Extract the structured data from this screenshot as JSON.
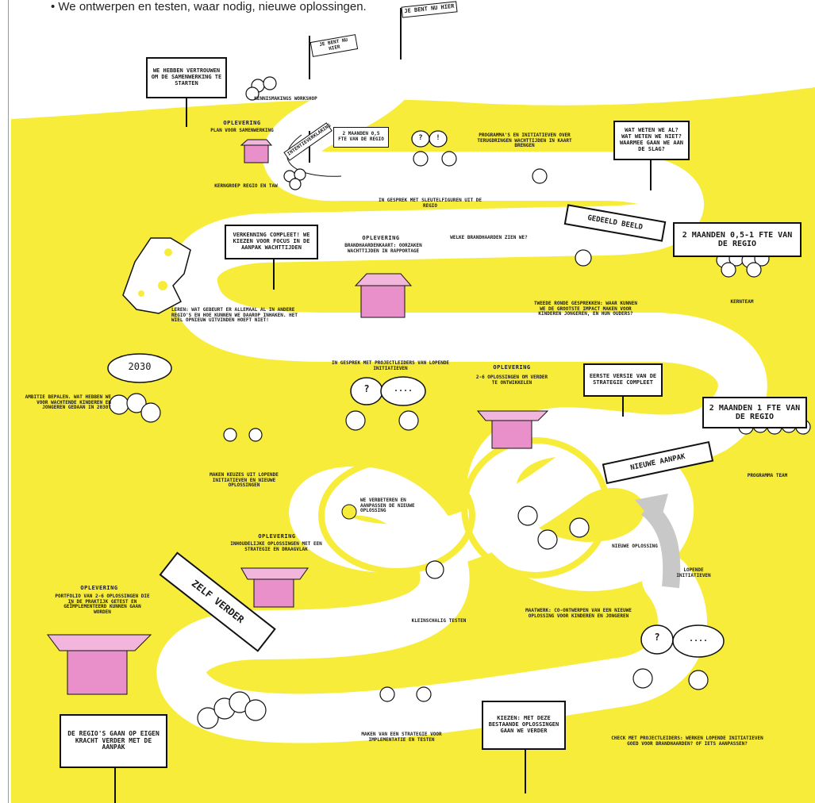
{
  "intro": "• We ontwerpen en testen, waar nodig, nieuwe oplossingen.",
  "colors": {
    "yellow": "#f8ec3b",
    "pink": "#e98fc9",
    "road": "#ffffff",
    "ink": "#111111"
  },
  "flags": {
    "top": "JE BENT NU HIER",
    "second": "JE BENT NU HIER"
  },
  "signs": {
    "vertrouwen": "WE HEBBEN VERTROUWEN OM DE SAMENWERKING TE STARTEN",
    "wat_weten": "WAT WETEN WE AL? WAT WETEN WE NIET? WAARMEE GAAN WE AAN DE SLAG?",
    "verkenning": "VERKENNING COMPLEET! WE KIEZEN VOOR FOCUS IN DE AANPAK WACHTTIJDEN",
    "eerste_versie": "EERSTE VERSIE VAN DE STRATEGIE COMPLEET",
    "regio_eigen": "DE REGIO'S GAAN OP EIGEN KRACHT VERDER MET DE AANPAK",
    "kiezen": "KIEZEN: MET DEZE BESTAANDE OPLOSSINGEN GAAN WE VERDER"
  },
  "banners": {
    "intentieverklaring": "INTENTIEVERKLARING",
    "gedeeld_beeld": "GEDEELD BEELD",
    "nieuwe_aanpak": "NIEUWE AANPAK",
    "zelf_verder": "ZELF VERDER"
  },
  "fte": {
    "small": "2 MAANDEN 0,5 FTE VAN DE REGIO",
    "kernteam": "2 MAANDEN 0,5-1 FTE VAN DE REGIO",
    "programma": "2 MAANDEN 1 FTE VAN DE REGIO"
  },
  "oplevering_label": "OPLEVERING",
  "opleveringen": {
    "plan": "PLAN VOOR SAMENWERKING",
    "brandhaard": "BRANDHAARDENKAART: OORZAKEN WACHTTIJDEN IN RAPPORTAGE",
    "oplossingen": "2-6 OPLOSSINGEN OM VERDER TE ONTWIKKELEN",
    "inhoud": "INHOUDELIJKE OPLOSSINGEN MET EEN STRATEGIE EN DRAAGVLAK",
    "portfolio": "PORTFOLIO VAN 2-6 OPLOSSINGEN DIE IN DE PRAKTIJK GETEST EN GEÏMPLEMENTEERD KUNNEN GAAN WORDEN"
  },
  "labels": {
    "kennismaking": "KENNISMAKINGS WORKSHOP",
    "kerngroep": "KERNGROEP REGIO EN TAW",
    "sleutelfiguren": "IN GESPREK MET SLEUTELFIGUREN UIT DE REGIO",
    "programmas": "PROGRAMMA'S EN INITIATIEVEN OVER TERUGDRINGEN WACHTTIJDEN IN KAART BRENGEN",
    "leren": "LEREN: WAT GEBEURT ER ALLEMAAL AL IN ANDERE REGIO'S EN HOE KUNNEN WE DAAROP INHAKEN. HET WIEL OPNIEUW UITVINDEN HOEFT NIET!",
    "welke_brandhaarden": "WELKE BRANDHAARDEN ZIEN WE?",
    "tweede_ronde": "TWEEDE RONDE GESPREKKEN: WAAR KUNNEN WE DE GROOTSTE IMPACT MAKEN VOOR KINDEREN JONGEREN, EN HUN OUDERS?",
    "kernteam": "KERNTEAM",
    "jaar": "2030",
    "ambitie": "AMBITIE BEPALEN. WAT HEBBEN WE VOOR WACHTENDE KINDEREN EN JONGEREN GEDAAN IN 2030?",
    "projectleiders": "IN GESPREK MET PROJECTLEIDERS VAN LOPENDE INITIATIEVEN",
    "keuzes": "MAKEN KEUZES UIT LOPENDE INITIATIEVEN EN NIEUWE OPLOSSINGEN",
    "programma_team": "PROGRAMMA TEAM",
    "verbeteren": "WE VERBETEREN EN AANPASSEN DE NIEUWE OPLOSSING",
    "nieuwe_oplossing": "NIEUWE OPLOSSING",
    "lopende": "LOPENDE INITIATIEVEN",
    "kleinschalig": "KLEINSCHALIG TESTEN",
    "maatwerk": "MAATWERK: CO-ONTWERPEN VAN EEN NIEUWE OPLOSSING VOOR KINDEREN EN JONGEREN",
    "strategie": "MAKEN VAN EEN STRATEGIE VOOR IMPLEMENTATIE EN TESTEN",
    "check": "CHECK MET PROJECTLEIDERS: WERKEN LOPENDE INITIATIEVEN GOED VOOR BRANDHAARDEN? OF IETS AANPASSEN?"
  },
  "speech": {
    "q": "?",
    "e": "!",
    "dots": "...."
  }
}
